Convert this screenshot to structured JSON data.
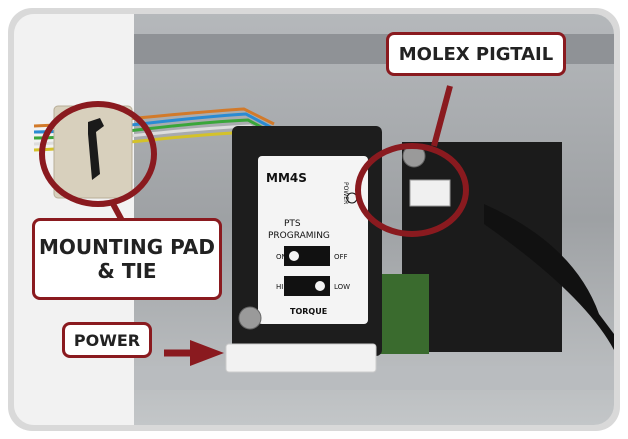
{
  "labels": {
    "molex": "MOLEX PIGTAIL",
    "mounting_line1": "MOUNTING PAD",
    "mounting_line2": "& TIE",
    "power": "POWER"
  },
  "device": {
    "model": "MM4S",
    "power_marking": "POWER",
    "pts_line1": "PTS",
    "pts_line2": "PROGRAMING",
    "on": "ON",
    "off": "OFF",
    "hi": "HI",
    "low": "LOW",
    "torque": "TORQUE"
  },
  "colors": {
    "accent": "#8a1a1f",
    "callout_border": "#8a1a1f",
    "label_text": "#222222"
  }
}
